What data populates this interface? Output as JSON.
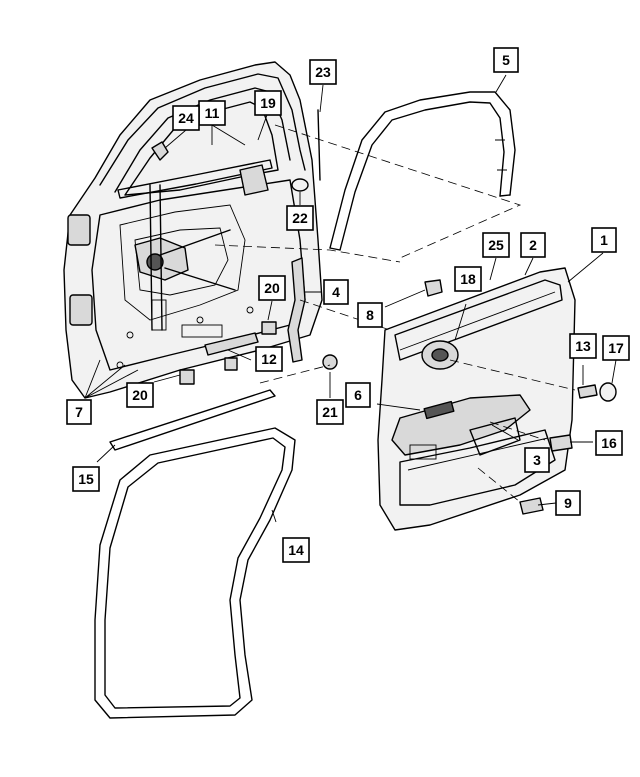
{
  "callouts": [
    {
      "id": "c1",
      "label": "1"
    },
    {
      "id": "c2",
      "label": "2"
    },
    {
      "id": "c3",
      "label": "3"
    },
    {
      "id": "c4",
      "label": "4"
    },
    {
      "id": "c5",
      "label": "5"
    },
    {
      "id": "c6",
      "label": "6"
    },
    {
      "id": "c7",
      "label": "7"
    },
    {
      "id": "c8",
      "label": "8"
    },
    {
      "id": "c9",
      "label": "9"
    },
    {
      "id": "c11",
      "label": "11"
    },
    {
      "id": "c12",
      "label": "12"
    },
    {
      "id": "c13",
      "label": "13"
    },
    {
      "id": "c14",
      "label": "14"
    },
    {
      "id": "c15",
      "label": "15"
    },
    {
      "id": "c16",
      "label": "16"
    },
    {
      "id": "c17",
      "label": "17"
    },
    {
      "id": "c18",
      "label": "18"
    },
    {
      "id": "c19",
      "label": "19"
    },
    {
      "id": "c20a",
      "label": "20"
    },
    {
      "id": "c20b",
      "label": "20"
    },
    {
      "id": "c21",
      "label": "21"
    },
    {
      "id": "c22",
      "label": "22"
    },
    {
      "id": "c23",
      "label": "23"
    },
    {
      "id": "c24",
      "label": "24"
    },
    {
      "id": "c25",
      "label": "25"
    }
  ]
}
